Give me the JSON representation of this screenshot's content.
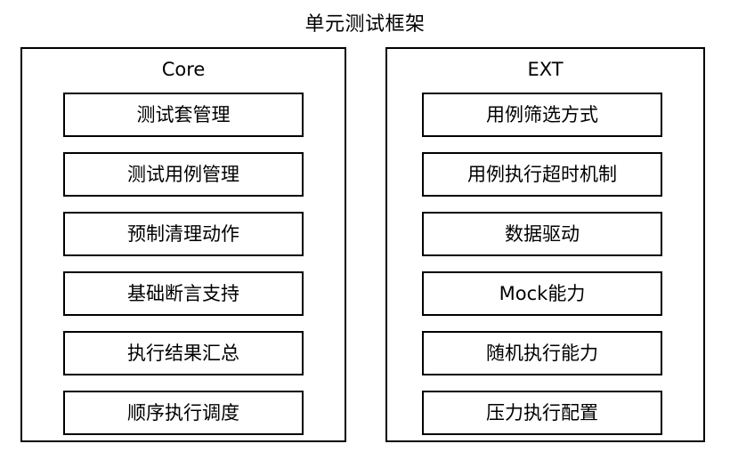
{
  "diagram": {
    "title": "单元测试框架",
    "panels": [
      {
        "header": "Core",
        "items": [
          {
            "label": "测试套管理"
          },
          {
            "label": "测试用例管理"
          },
          {
            "label": "预制清理动作"
          },
          {
            "label": "基础断言支持"
          },
          {
            "label": "执行结果汇总"
          },
          {
            "label": "顺序执行调度"
          }
        ]
      },
      {
        "header": "EXT",
        "items": [
          {
            "label": "用例筛选方式"
          },
          {
            "label": "用例执行超时机制"
          },
          {
            "label": "数据驱动"
          },
          {
            "label": "Mock能力"
          },
          {
            "label": "随机执行能力"
          },
          {
            "label": "压力执行配置"
          }
        ]
      }
    ]
  },
  "colors": {
    "background": "#ffffff",
    "stroke": "#000000",
    "text": "#000000"
  }
}
